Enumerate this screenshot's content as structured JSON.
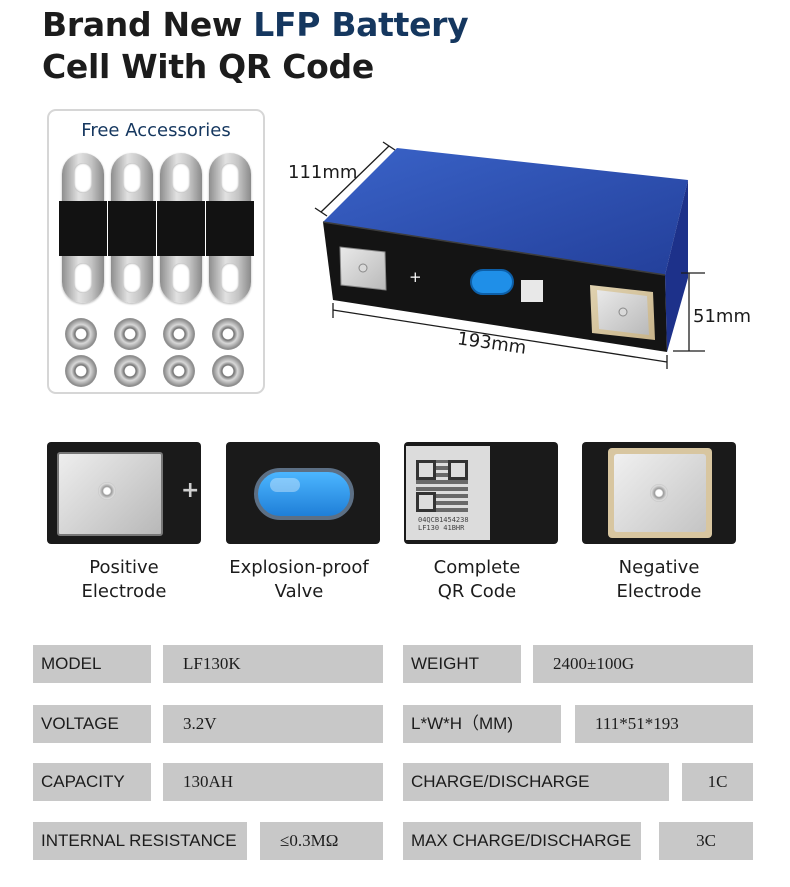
{
  "title": {
    "line1_prefix": "Brand New ",
    "line1_highlight": "LFP Battery",
    "line2": "Cell With QR Code"
  },
  "accessories": {
    "label": "Free Accessories"
  },
  "dimensions": {
    "width": "111mm",
    "length": "193mm",
    "height": "51mm"
  },
  "terminal_sign": "+",
  "features": [
    {
      "label": "Positive\nElectrode",
      "sign": "+"
    },
    {
      "label": "Explosion-proof\nValve"
    },
    {
      "label": "Complete\nQR Code",
      "qr_text": "04QCB1454238 LF130 41BHR"
    },
    {
      "label": "Negative\nElectrode"
    }
  ],
  "specs": [
    {
      "key": "MODEL",
      "value": "LF130K",
      "key2": "WEIGHT",
      "value2": "2400±100G"
    },
    {
      "key": "VOLTAGE",
      "value": "3.2V",
      "key2": "L*W*H（MM)",
      "value2": "111*51*193"
    },
    {
      "key": "CAPACITY",
      "value": "130AH",
      "key2": "CHARGE/DISCHARGE",
      "value2": "1C"
    },
    {
      "key": "INTERNAL RESISTANCE",
      "value": "≤0.3MΩ",
      "key2": "MAX CHARGE/DISCHARGE",
      "value2": "3C"
    }
  ],
  "colors": {
    "accent": "#15375f",
    "battery_blue": "#2c4fb0",
    "valve_blue": "#1f8fe8",
    "table_cell": "#c8c8c8"
  }
}
